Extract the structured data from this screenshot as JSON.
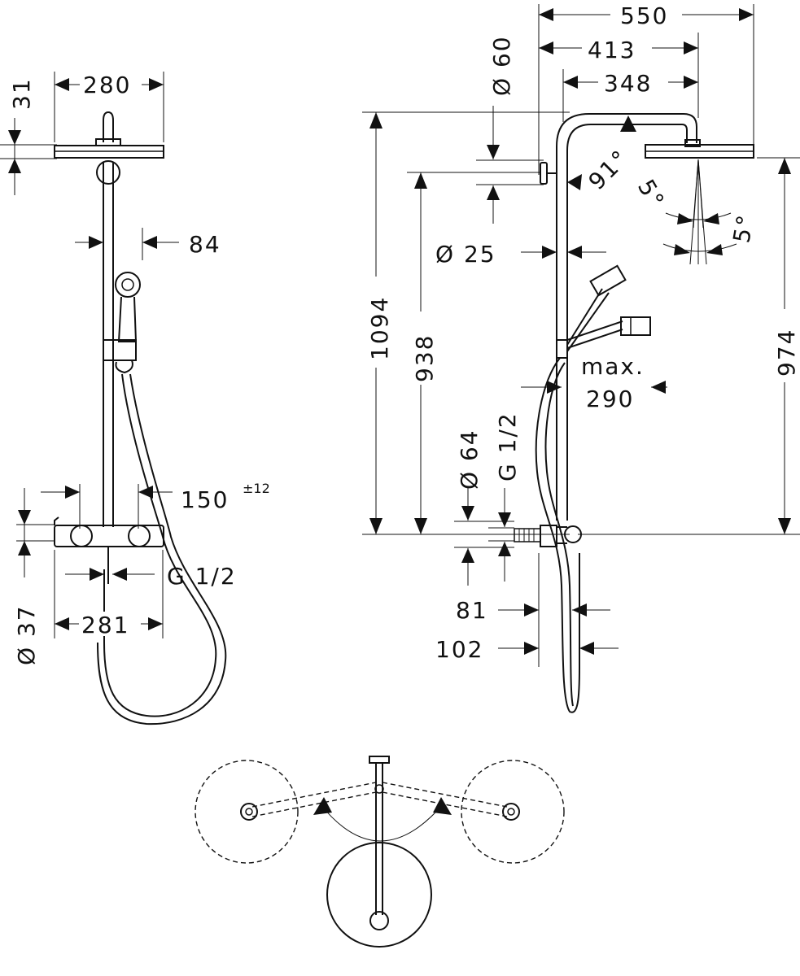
{
  "front_view": {
    "width_head": "280",
    "head_height": "31",
    "hand_offset": "84",
    "thermo_offset": "150",
    "thermo_tolerance": "±12",
    "pipe_diameter": "Ø 37",
    "inlet_thread": "G 1/2",
    "inlet_spacing": "281"
  },
  "side_view": {
    "total_width": "550",
    "arm_413": "413",
    "arm_348": "348",
    "wall_flange": "Ø 60",
    "angle_91": "91°",
    "spray_angle_1": "5°",
    "spray_angle_2": "5°",
    "rail_diameter": "Ø 25",
    "height_total": "1094",
    "height_938": "938",
    "height_head": "974",
    "max_label": "max.",
    "max_value": "290",
    "inlet_diameter": "Ø 64",
    "inlet_thread": "G 1/2",
    "offset_81": "81",
    "offset_102": "102"
  },
  "top_view": {}
}
